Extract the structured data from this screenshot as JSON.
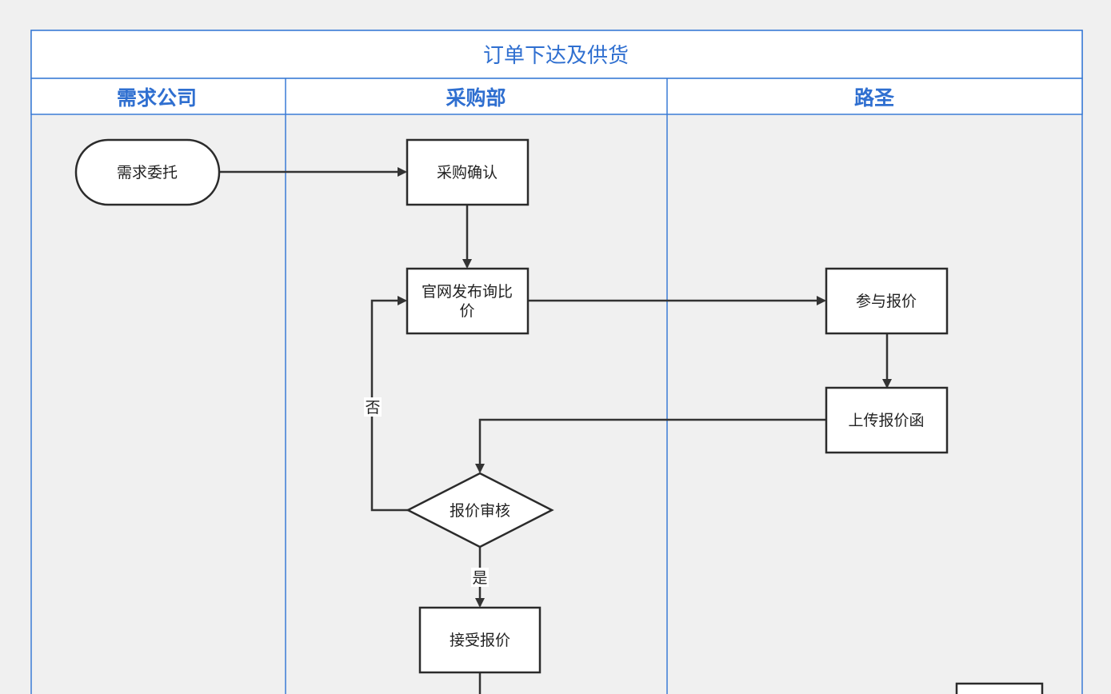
{
  "diagram": {
    "title": "订单下达及供货",
    "lanes": [
      {
        "label": "需求公司"
      },
      {
        "label": "采购部"
      },
      {
        "label": "路圣"
      }
    ],
    "nodes": {
      "demand_request": "需求委托",
      "purchase_confirm": "采购确认",
      "publish_inquiry_line1": "官网发布询比",
      "publish_inquiry_line2": "价",
      "join_quote": "参与报价",
      "upload_quote": "上传报价函",
      "quote_review": "报价审核",
      "accept_quote": "接受报价"
    },
    "edge_labels": {
      "no": "否",
      "yes": "是"
    },
    "colors": {
      "lane_border": "#3a7bd5",
      "title_text": "#2f6fd0",
      "header_text": "#2f6fd0",
      "node_stroke": "#2b2b2b",
      "node_fill": "#ffffff",
      "background": "#f0f0f0",
      "edge": "#333333"
    }
  }
}
